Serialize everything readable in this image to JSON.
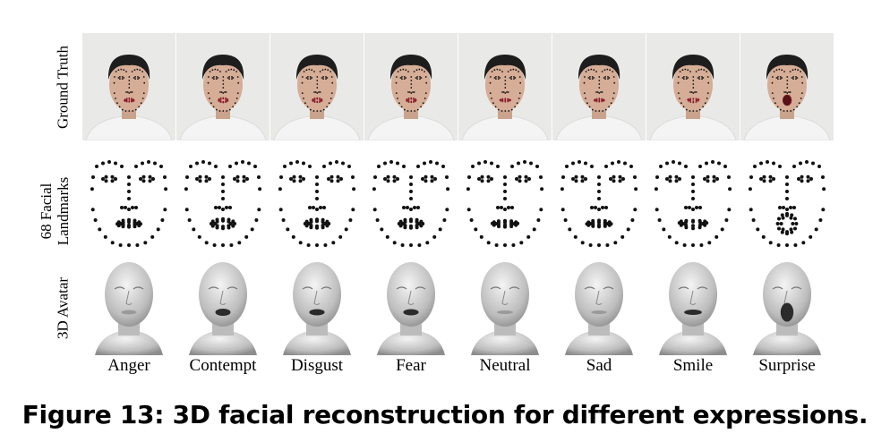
{
  "figure": {
    "row_labels": {
      "ground_truth": "Ground Truth",
      "landmarks_line1": "68 Facial",
      "landmarks_line2": "Landmarks",
      "avatar": "3D Avatar"
    },
    "expressions": [
      {
        "label": "Anger",
        "mouth_open": 0.1,
        "smile": -0.2
      },
      {
        "label": "Contempt",
        "mouth_open": 0.25,
        "smile": 0.0
      },
      {
        "label": "Disgust",
        "mouth_open": 0.2,
        "smile": 0.0
      },
      {
        "label": "Fear",
        "mouth_open": 0.2,
        "smile": 0.0
      },
      {
        "label": "Neutral",
        "mouth_open": 0.05,
        "smile": 0.1
      },
      {
        "label": "Sad",
        "mouth_open": 0.05,
        "smile": -0.1
      },
      {
        "label": "Smile",
        "mouth_open": 0.15,
        "smile": 0.6
      },
      {
        "label": "Surprise",
        "mouth_open": 0.9,
        "smile": 0.0
      }
    ]
  },
  "caption": {
    "number": "Figure 13:",
    "text": "3D facial reconstruction for different expressions."
  },
  "colors": {
    "background": "#ffffff",
    "photo_background": "#e9e9e7",
    "landmark_dot": "#111111",
    "lip_dot": "#8a1a2a",
    "avatar_shade": "#bdbdbd"
  }
}
